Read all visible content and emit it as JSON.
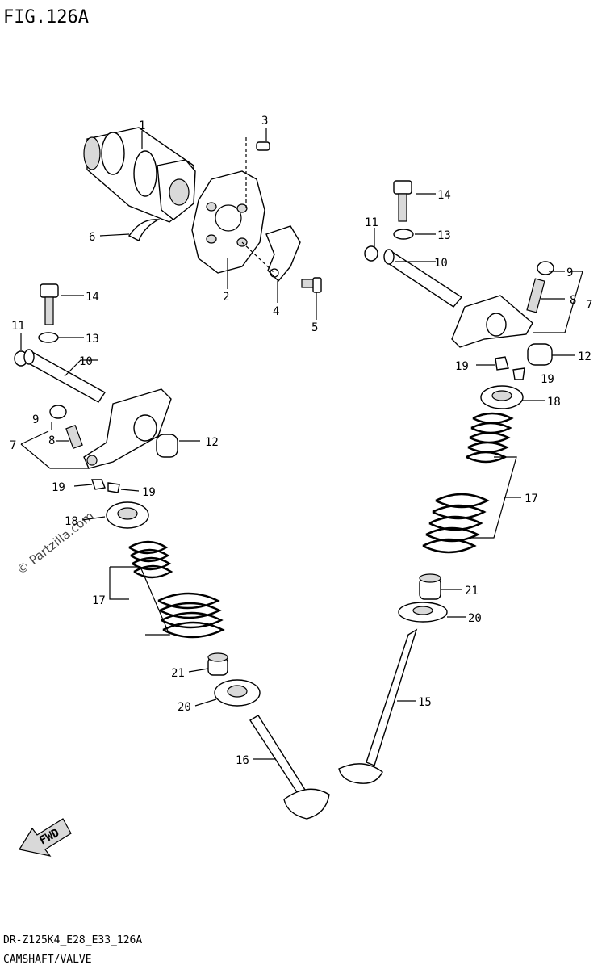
{
  "figure": {
    "title": "FIG.126A"
  },
  "footer": {
    "code": "DR-Z125K4_E28_E33_126A",
    "caption": "CAMSHAFT/VALVE"
  },
  "watermark": "© Partzilla.com",
  "fwd_label": "FWD",
  "callouts": [
    "1",
    "2",
    "3",
    "4",
    "5",
    "6",
    "7",
    "7",
    "8",
    "8",
    "9",
    "9",
    "10",
    "10",
    "11",
    "11",
    "12",
    "12",
    "13",
    "13",
    "14",
    "14",
    "15",
    "16",
    "17",
    "17",
    "18",
    "18",
    "19",
    "19",
    "19",
    "19",
    "20",
    "20",
    "21",
    "21"
  ]
}
